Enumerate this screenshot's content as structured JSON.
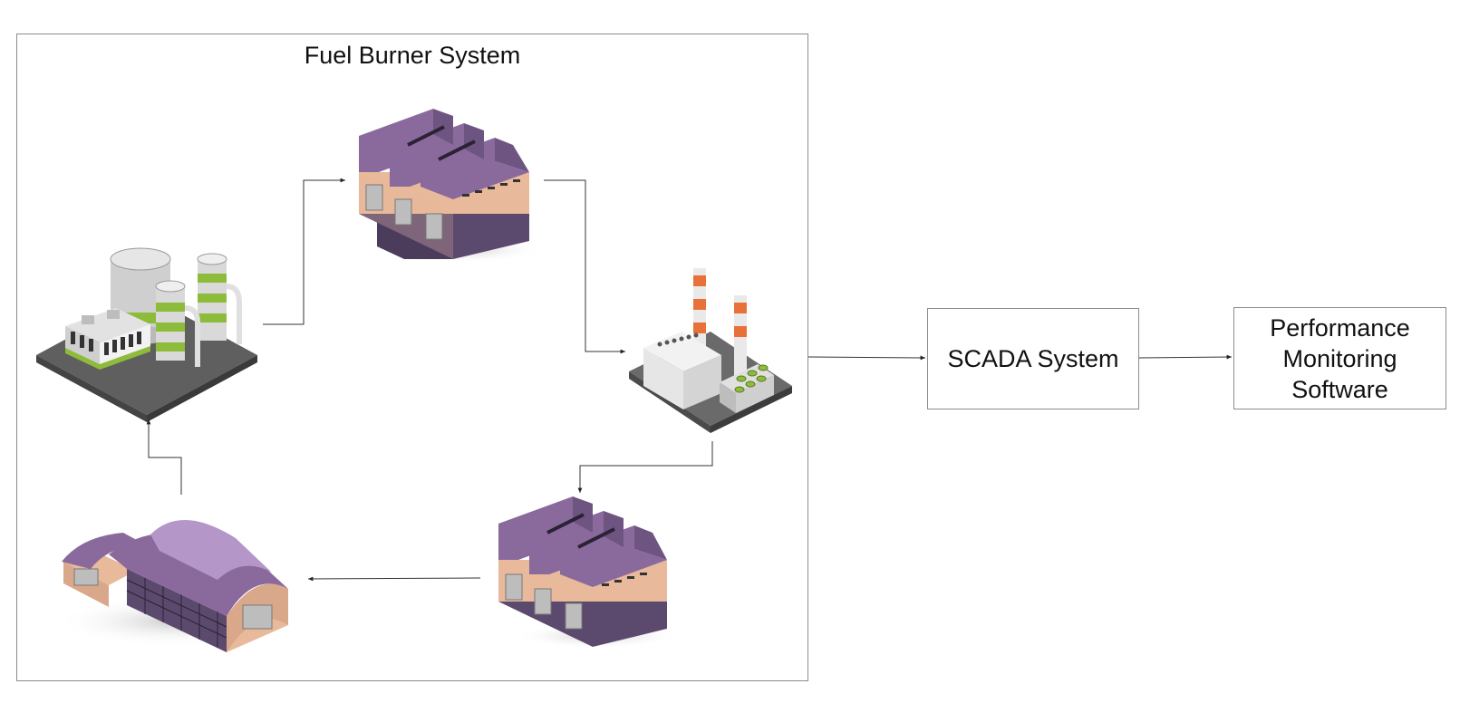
{
  "fuel_burner_system": {
    "title": "Fuel Burner System",
    "facilities": [
      {
        "icon": "storage-tank-plant-icon"
      },
      {
        "icon": "warehouse-icon"
      },
      {
        "icon": "power-plant-icon"
      },
      {
        "icon": "warehouse-icon"
      },
      {
        "icon": "hangar-icon"
      }
    ]
  },
  "scada": {
    "label": "SCADA System"
  },
  "performance": {
    "lines": [
      "Performance",
      "Monitoring",
      "Software"
    ]
  },
  "colors": {
    "roof": "#8a6a9c",
    "roof_light": "#b596c9",
    "wall_front": "#e8b99a",
    "wall_side": "#5c4a6e",
    "ground": "#5f5f5f",
    "tank_green": "#8dbb3a",
    "stack_orange": "#e8713a",
    "line": "#333333",
    "frame": "#8c8c8c"
  }
}
